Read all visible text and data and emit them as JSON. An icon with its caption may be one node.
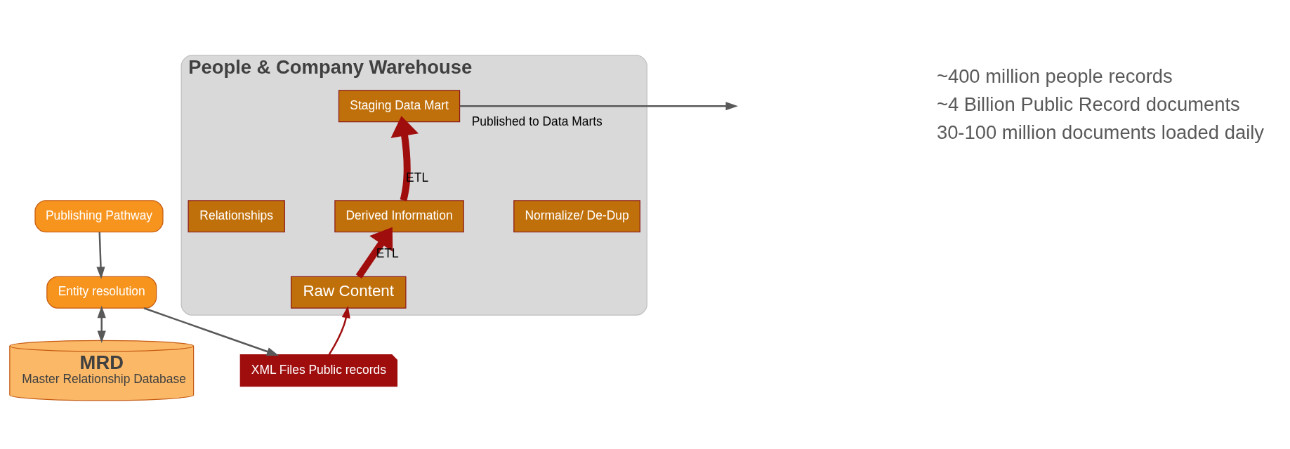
{
  "diagram": {
    "nodes": [
      {
        "text": [
          "Publishing Pathway"
        ]
      },
      {
        "text": [
          "Entity resolution"
        ]
      },
      {
        "text": [
          "MRD",
          "Master Relationship Database"
        ]
      },
      {
        "text": [
          "People & Company Warehouse"
        ]
      },
      {
        "text": [
          "Staging Data Mart"
        ],
        "in": 3
      },
      {
        "text": [
          "Relationships"
        ],
        "in": 3
      },
      {
        "text": [
          "Derived Information"
        ],
        "in": 3
      },
      {
        "text": [
          "Normalize/ De-Dup"
        ],
        "in": 3
      },
      {
        "text": [
          "Raw Content"
        ],
        "in": 3
      },
      {
        "text": [
          "XML Files Public records"
        ]
      }
    ],
    "edges": [
      {
        "from": 0,
        "to": 1,
        "arrow": "to"
      },
      {
        "from": 1,
        "to": 2,
        "arrow": "both"
      },
      {
        "from": 1,
        "to": 9,
        "arrow": "to"
      },
      {
        "from": 9,
        "to": 8,
        "arrow": "to",
        "color": "#a00d0d"
      },
      {
        "from": 8,
        "to": 6,
        "arrow": "to",
        "label": "ETL",
        "style": "thick",
        "color": "#a00d0d"
      },
      {
        "from": 6,
        "to": 4,
        "arrow": "to",
        "label": "ETL",
        "style": "thick",
        "color": "#a00d0d"
      },
      {
        "from": 4,
        "to": null,
        "arrow": "to",
        "label": "Published to Data Marts"
      }
    ],
    "labels": [
      "~400 million people records",
      "~4 Billion Public Record documents",
      "30-100 million documents loaded daily"
    ]
  }
}
